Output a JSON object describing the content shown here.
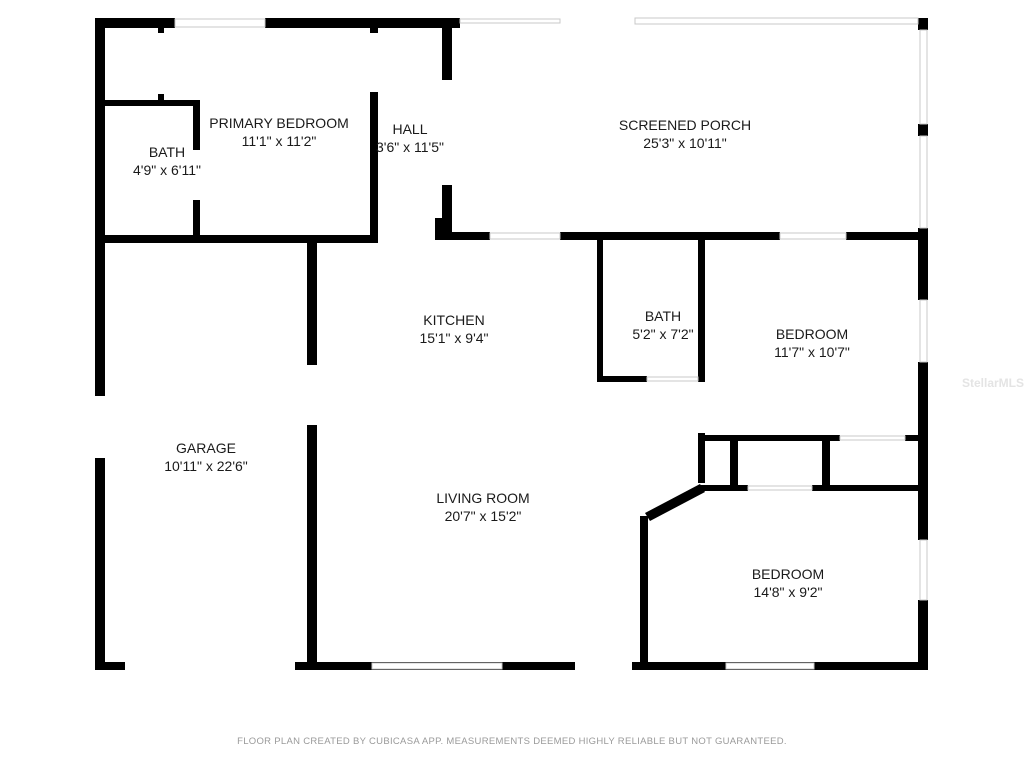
{
  "rooms": [
    {
      "name": "PRIMARY BEDROOM",
      "size": "11'1\" x 11'2\""
    },
    {
      "name": "BATH",
      "size": "4'9\" x 6'11\""
    },
    {
      "name": "HALL",
      "size": "3'6\" x 11'5\""
    },
    {
      "name": "SCREENED PORCH",
      "size": "25'3\" x 10'11\""
    },
    {
      "name": "KITCHEN",
      "size": "15'1\" x 9'4\""
    },
    {
      "name": "BATH",
      "size": "5'2\" x 7'2\""
    },
    {
      "name": "BEDROOM",
      "size": "11'7\" x 10'7\""
    },
    {
      "name": "GARAGE",
      "size": "10'11\" x 22'6\""
    },
    {
      "name": "LIVING ROOM",
      "size": "20'7\" x 15'2\""
    },
    {
      "name": "BEDROOM",
      "size": "14'8\" x 9'2\""
    }
  ],
  "watermark": "StellarMLS",
  "footer": "FLOOR PLAN CREATED BY CUBICASA APP. MEASUREMENTS DEEMED HIGHLY RELIABLE BUT NOT GUARANTEED.",
  "colors": {
    "wall": "#000000",
    "window": "#cfcfcf"
  }
}
